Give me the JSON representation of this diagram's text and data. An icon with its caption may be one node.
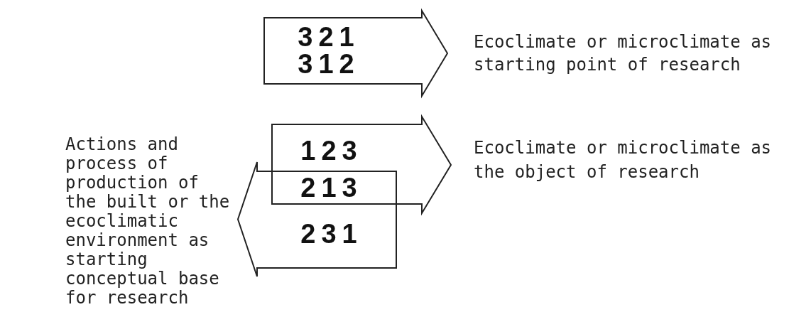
{
  "diagram": {
    "nodes": [
      {
        "text": [
          "321",
          "312"
        ],
        "beside": [
          "Ecoclimate or microclimate as starting point of research"
        ]
      },
      {
        "text": [
          "123",
          "213"
        ],
        "beside": [
          "Ecoclimate or microclimate as the object of research"
        ]
      },
      {
        "text": [
          "231"
        ],
        "beside": [
          "Actions and process of production of the built or the ecoclimatic environment as starting conceptual base for research"
        ]
      }
    ]
  }
}
